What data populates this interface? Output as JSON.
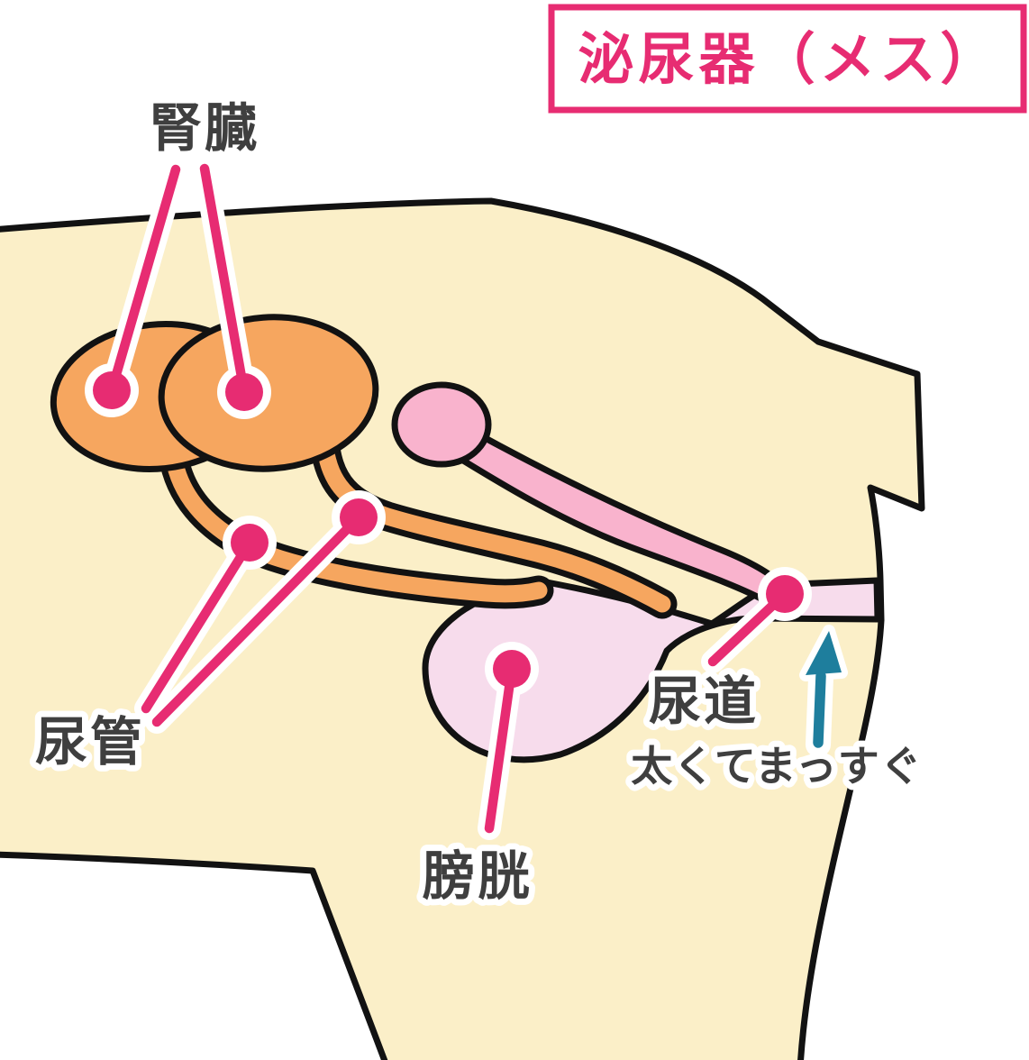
{
  "title": {
    "text": "泌尿器（メス）"
  },
  "labels": {
    "kidney": "腎臓",
    "ureter": "尿管",
    "bladder": "膀胱",
    "urethra": "尿道",
    "urethra_note": "太くてまっすぐ"
  },
  "colors": {
    "accent_pink": "#e72c72",
    "outline_black": "#121212",
    "body_cream": "#fbefc8",
    "kidney_orange": "#f6a65f",
    "repro_pink": "#f9b3cd",
    "bladder_pink": "#f7dcec",
    "arrow_teal": "#1e7e9d",
    "label_gray": "#3f3f3f",
    "halo_white": "#ffffff"
  }
}
